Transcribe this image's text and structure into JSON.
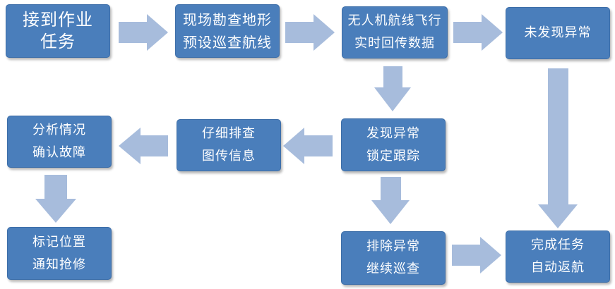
{
  "steps": {
    "receive_task": [
      "接到作业",
      "任务"
    ],
    "survey_terrain": [
      "现场勘查地形",
      "预设巡查航线"
    ],
    "drone_flight": [
      "无人机航线飞行",
      "实时回传数据"
    ],
    "no_anomaly": [
      "未发现异常"
    ],
    "analyze": [
      "分析情况",
      "确认故障"
    ],
    "inspect": [
      "仔细排查",
      "图传信息"
    ],
    "found_anomaly": [
      "发现异常",
      "锁定跟踪"
    ],
    "mark_position": [
      "标记位置",
      "通知抢修"
    ],
    "clear_anomaly": [
      "排除异常",
      "继续巡查"
    ],
    "complete_task": [
      "完成任务",
      "自动返航"
    ]
  },
  "colors": {
    "box_fill": "#4a7ebb",
    "arrow_fill": "#a7bcdc",
    "text": "#ffffff"
  }
}
